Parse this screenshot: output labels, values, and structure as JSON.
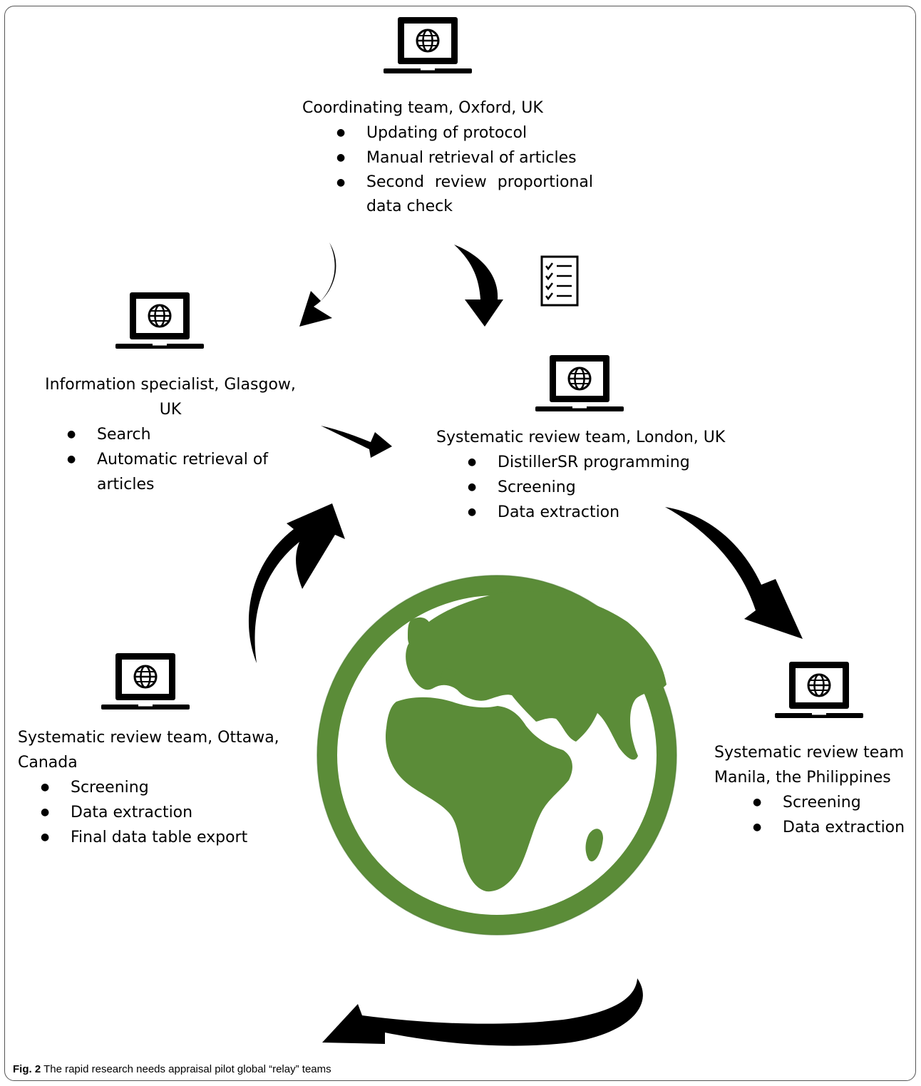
{
  "colors": {
    "globe": "#5b8c38",
    "globe_dark": "#4a7a2e",
    "ink": "#000000",
    "frame": "#555555"
  },
  "icons": [
    "laptop-globe-icon",
    "checklist-icon",
    "globe-icon",
    "curved-arrow"
  ],
  "teams": {
    "oxford": {
      "title": "Coordinating team, Oxford, UK",
      "items": [
        "Updating of protocol",
        "Manual retrieval of articles",
        "Second review proportional data check"
      ]
    },
    "glasgow": {
      "title": "Information specialist, Glasgow, UK",
      "items": [
        "Search",
        "Automatic retrieval of articles"
      ]
    },
    "london": {
      "title": "Systematic review team, London, UK",
      "items": [
        "DistillerSR programming",
        "Screening",
        "Data extraction"
      ]
    },
    "ottawa": {
      "title": "Systematic review team, Ottawa, Canada",
      "items": [
        "Screening",
        "Data extraction",
        "Final data table export"
      ]
    },
    "manila": {
      "title": "Systematic review team Manila, the Philippines",
      "items": [
        "Screening",
        "Data extraction"
      ]
    }
  },
  "caption": {
    "label": "Fig. 2",
    "text": "The rapid research needs appraisal pilot global “relay” teams"
  }
}
